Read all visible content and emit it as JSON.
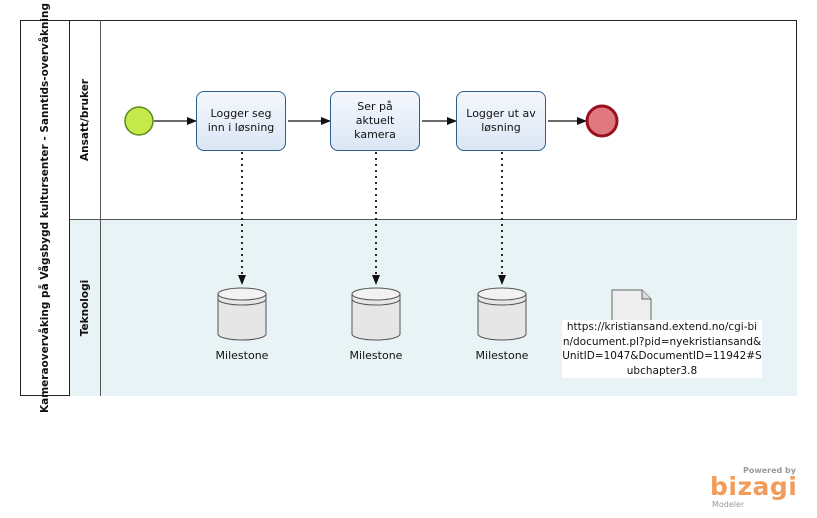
{
  "pool": {
    "title": "Kameraovervåking på Vågsbygd kultursenter - Sanntids-overvåkning"
  },
  "lanes": [
    {
      "label": "Ansatt/bruker"
    },
    {
      "label": "Teknologi"
    }
  ],
  "tasks": [
    {
      "label": "Logger seg inn i løsning"
    },
    {
      "label": "Ser på aktuelt kamera"
    },
    {
      "label": "Logger ut av løsning"
    }
  ],
  "data_stores": [
    {
      "label": "Milestone"
    },
    {
      "label": "Milestone"
    },
    {
      "label": "Milestone"
    }
  ],
  "document": {
    "label": "https://kristiansand.extend.no/cgi-bin/document.pl?pid=nyekristiansand&UnitID=1047&DocumentID=11942#Subchapter3.8"
  },
  "colors": {
    "start_event": "#c5e84a",
    "end_event": "#e0787f",
    "task_border": "#2c5f8a",
    "tech_lane": "#e8f3f6"
  },
  "branding": {
    "powered": "Powered by",
    "name": "bizagi",
    "product": "Modeler"
  }
}
